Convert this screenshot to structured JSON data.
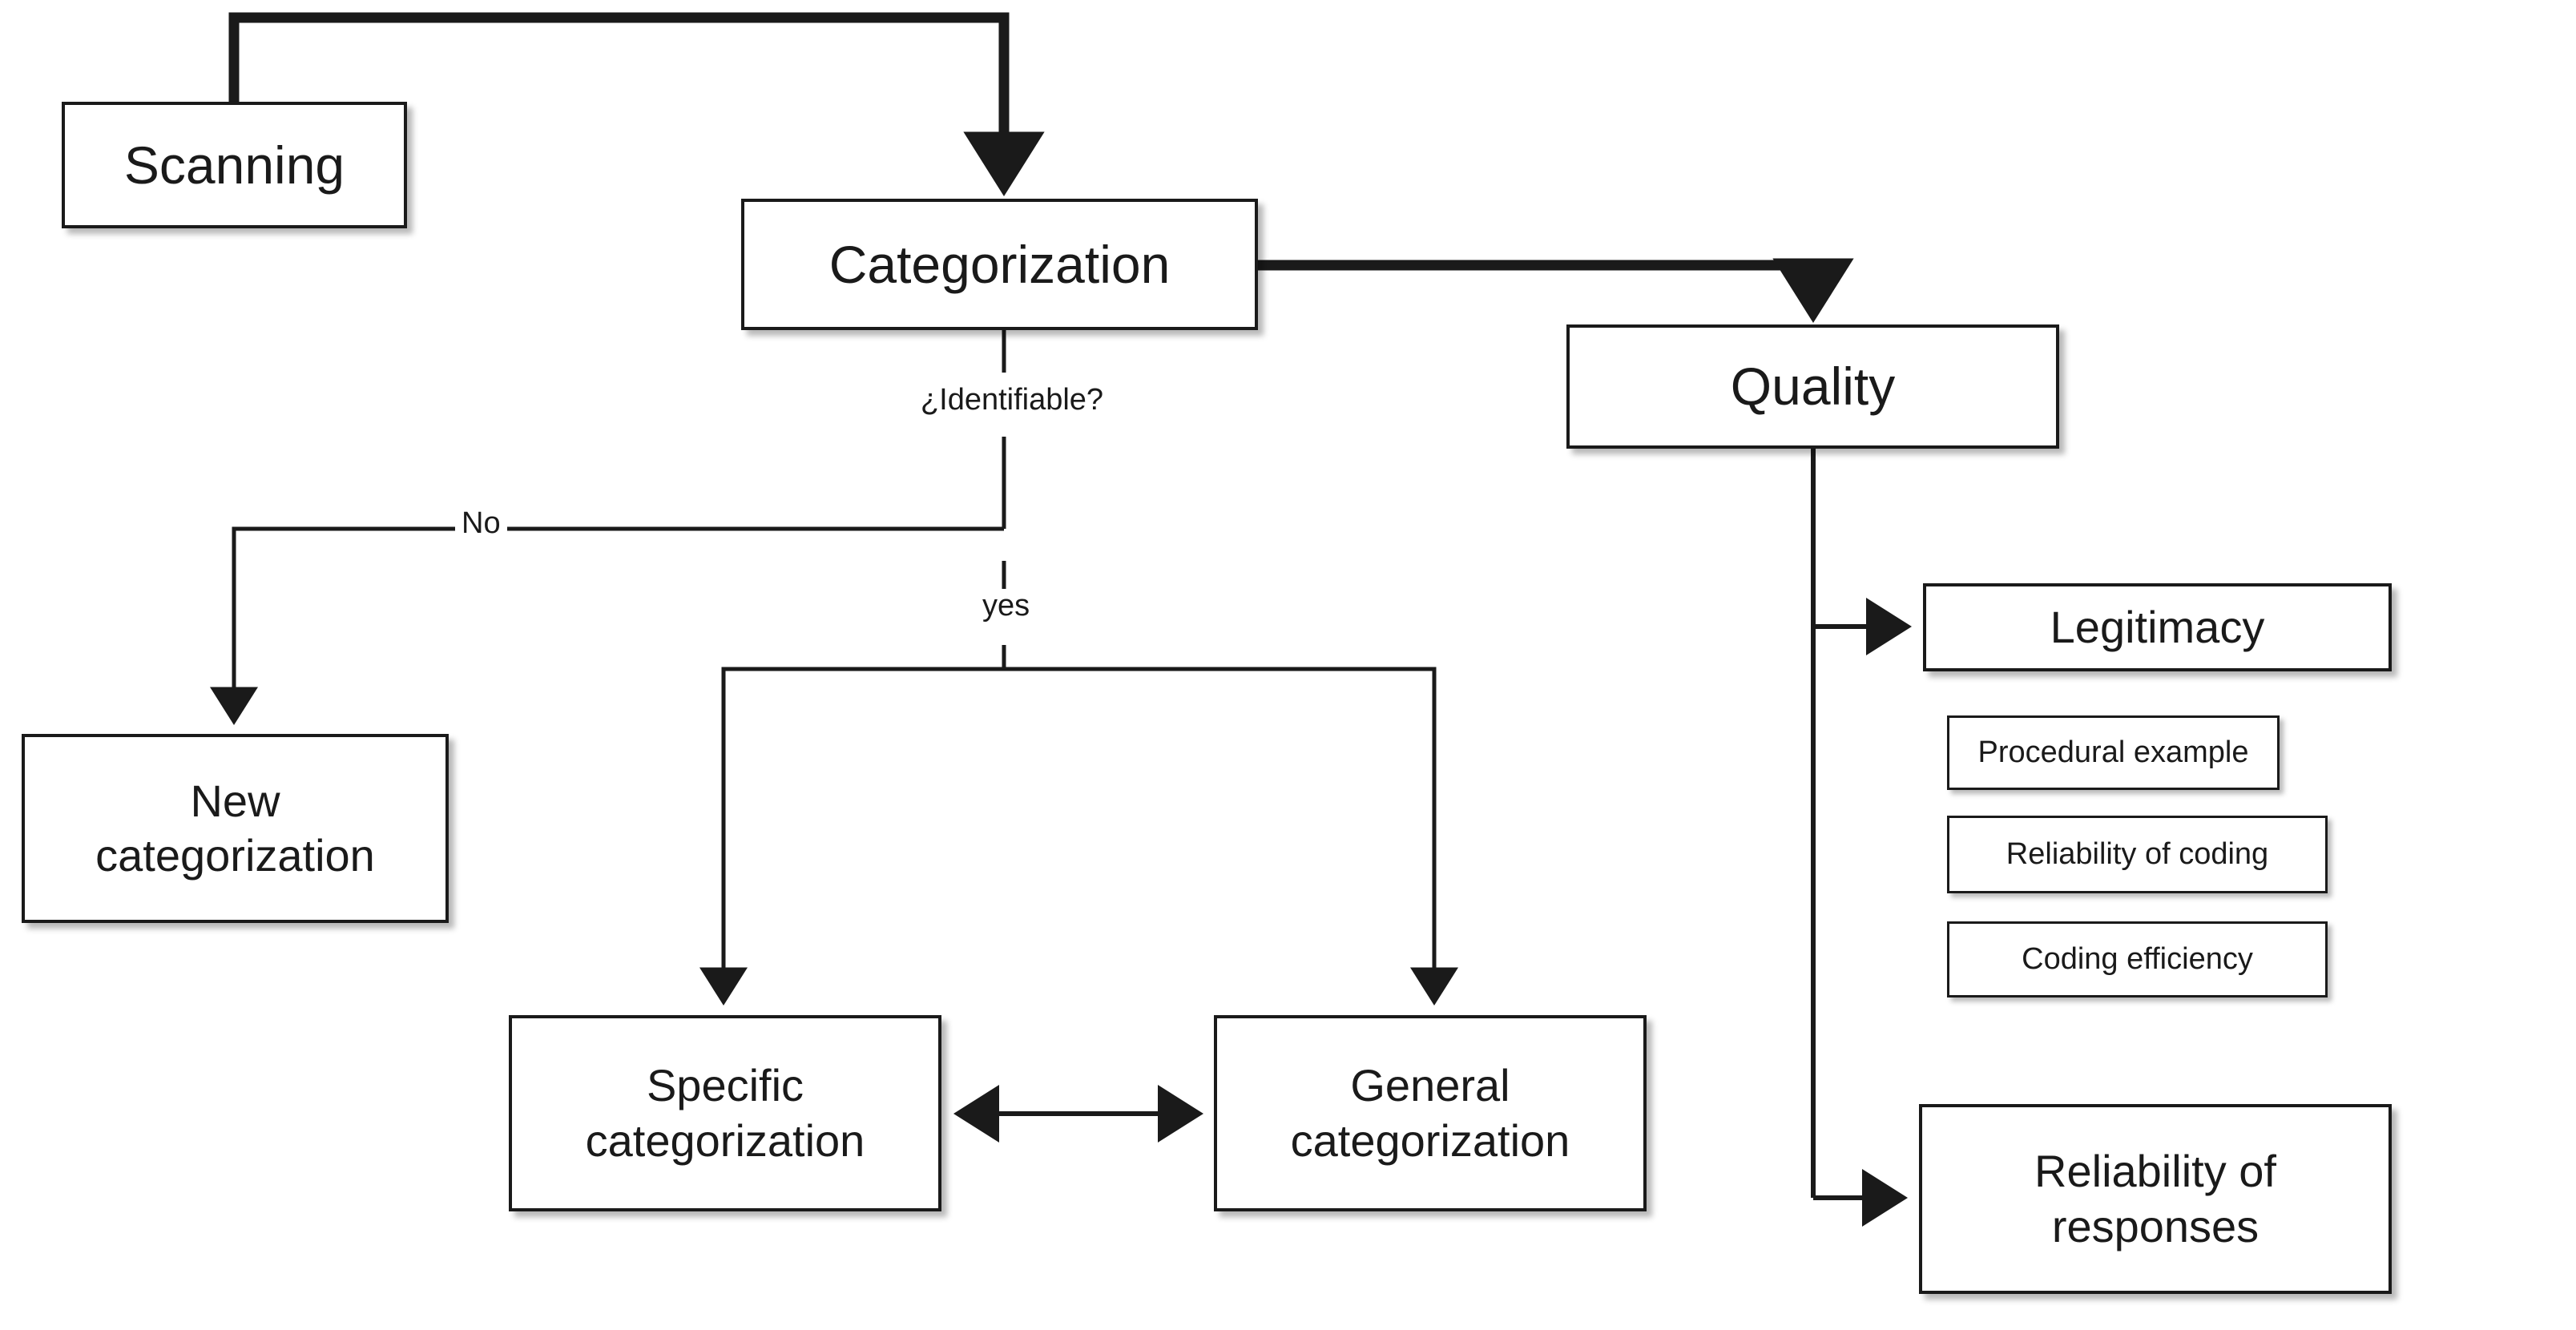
{
  "diagram": {
    "title": "Categorization and quality flowchart",
    "colors": {
      "stroke": "#1a1a1a",
      "fill": "#ffffff",
      "background": "#ffffff"
    }
  },
  "nodes": {
    "scanning": {
      "label": "Scanning"
    },
    "categorization": {
      "label": "Categorization"
    },
    "quality": {
      "label": "Quality"
    },
    "new_categorization": {
      "label": "New\ncategorization"
    },
    "specific_categorization": {
      "label": "Specific\ncategorization"
    },
    "general_categorization": {
      "label": "General\ncategorization"
    },
    "legitimacy": {
      "label": "Legitimacy"
    },
    "procedural_example": {
      "label": "Procedural example"
    },
    "reliability_of_coding": {
      "label": "Reliability of coding"
    },
    "coding_efficiency": {
      "label": "Coding efficiency"
    },
    "reliability_of_responses": {
      "label": "Reliability of\nresponses"
    }
  },
  "edge_labels": {
    "decision_question": "¿Identifiable?",
    "branch_no": "No",
    "branch_yes": "yes"
  },
  "edges": [
    {
      "from": "scanning",
      "to": "categorization",
      "style": "thick",
      "arrow": "end"
    },
    {
      "from": "categorization",
      "to": "quality",
      "style": "thick",
      "arrow": "end"
    },
    {
      "from": "categorization",
      "to": "decision",
      "style": "thin",
      "arrow": "none",
      "label": "¿Identifiable?"
    },
    {
      "from": "decision",
      "to": "new_categorization",
      "style": "thin",
      "arrow": "end",
      "label": "No"
    },
    {
      "from": "decision",
      "to": "specific_categorization",
      "style": "thin",
      "arrow": "end",
      "label": "yes"
    },
    {
      "from": "decision",
      "to": "general_categorization",
      "style": "thin",
      "arrow": "end",
      "label": "yes"
    },
    {
      "from": "specific_categorization",
      "to": "general_categorization",
      "style": "thin",
      "arrow": "both"
    },
    {
      "from": "quality",
      "to": "legitimacy",
      "style": "thin",
      "arrow": "end"
    },
    {
      "from": "quality",
      "to": "reliability_of_responses",
      "style": "thin",
      "arrow": "end"
    }
  ]
}
